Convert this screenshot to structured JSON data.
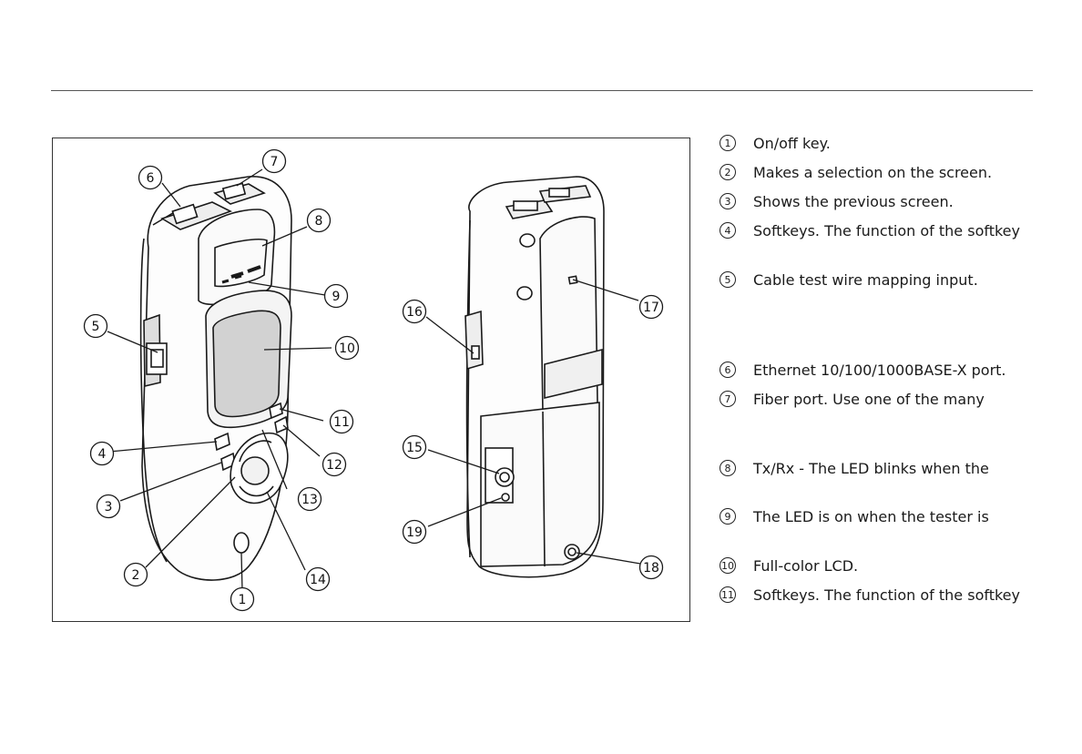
{
  "figure": {
    "callouts": [
      "1",
      "2",
      "3",
      "4",
      "5",
      "6",
      "7",
      "8",
      "9",
      "10",
      "11",
      "12",
      "13",
      "14",
      "15",
      "16",
      "17",
      "18",
      "19"
    ]
  },
  "legend": [
    {
      "num": "1",
      "text": "On/off key."
    },
    {
      "num": "2",
      "text": "Makes a selection on the screen."
    },
    {
      "num": "3",
      "text": "Shows the previous screen."
    },
    {
      "num": "4",
      "text": "Softkeys. The function of the softkey"
    },
    {
      "num": "5",
      "text": "Cable test wire mapping input."
    },
    {
      "num": "6",
      "text": "Ethernet 10/100/1000BASE-X port."
    },
    {
      "num": "7",
      "text": "Fiber port. Use one of the many"
    },
    {
      "num": "8",
      "text": "Tx/Rx - The LED blinks when the"
    },
    {
      "num": "9",
      "text": "The LED is on when the tester is"
    },
    {
      "num": "10",
      "text": "Full-color LCD."
    },
    {
      "num": "11",
      "text": "Softkeys. The function of the softkey"
    }
  ]
}
